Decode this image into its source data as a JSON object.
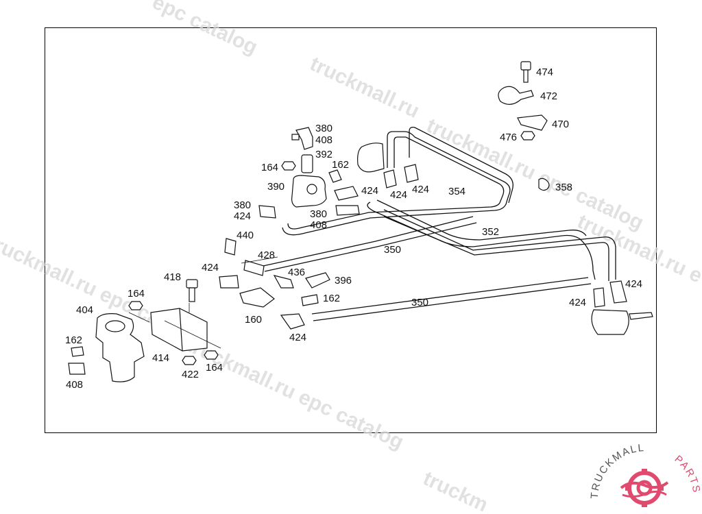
{
  "watermark": {
    "lines": [
      "epc catalog",
      "truckmall.ru",
      "truckmall.ru epc catalog",
      "truckmall.ru epc catalog",
      "truckmall.ru e",
      "truckmall.ru epc catalog",
      "truckm"
    ]
  },
  "logo": {
    "text_dark": "TRUCKMALL",
    "text_accent": "PARTS",
    "accent_color": "#e04a6e",
    "dark_color": "#555555"
  },
  "callouts": {
    "c474": "474",
    "c472": "472",
    "c470": "470",
    "c476": "476",
    "c358": "358",
    "c380a": "380",
    "c408a": "408",
    "c392": "392",
    "c164a": "164",
    "c162a": "162",
    "c390": "390",
    "c424a": "424",
    "c424b": "424",
    "c424c": "424",
    "c354": "354",
    "c380b": "380",
    "c424d": "424",
    "c380c": "380",
    "c408b": "408",
    "c352": "352",
    "c440": "440",
    "c350a": "350",
    "c428": "428",
    "c424e": "424",
    "c436": "436",
    "c396": "396",
    "c418": "418",
    "c162b": "162",
    "c164b": "164",
    "c350b": "350",
    "c424f": "424",
    "c424g": "424",
    "c404": "404",
    "c160": "160",
    "c424h": "424",
    "c162c": "162",
    "c414": "414",
    "c422": "422",
    "c164c": "164",
    "c408c": "408"
  }
}
